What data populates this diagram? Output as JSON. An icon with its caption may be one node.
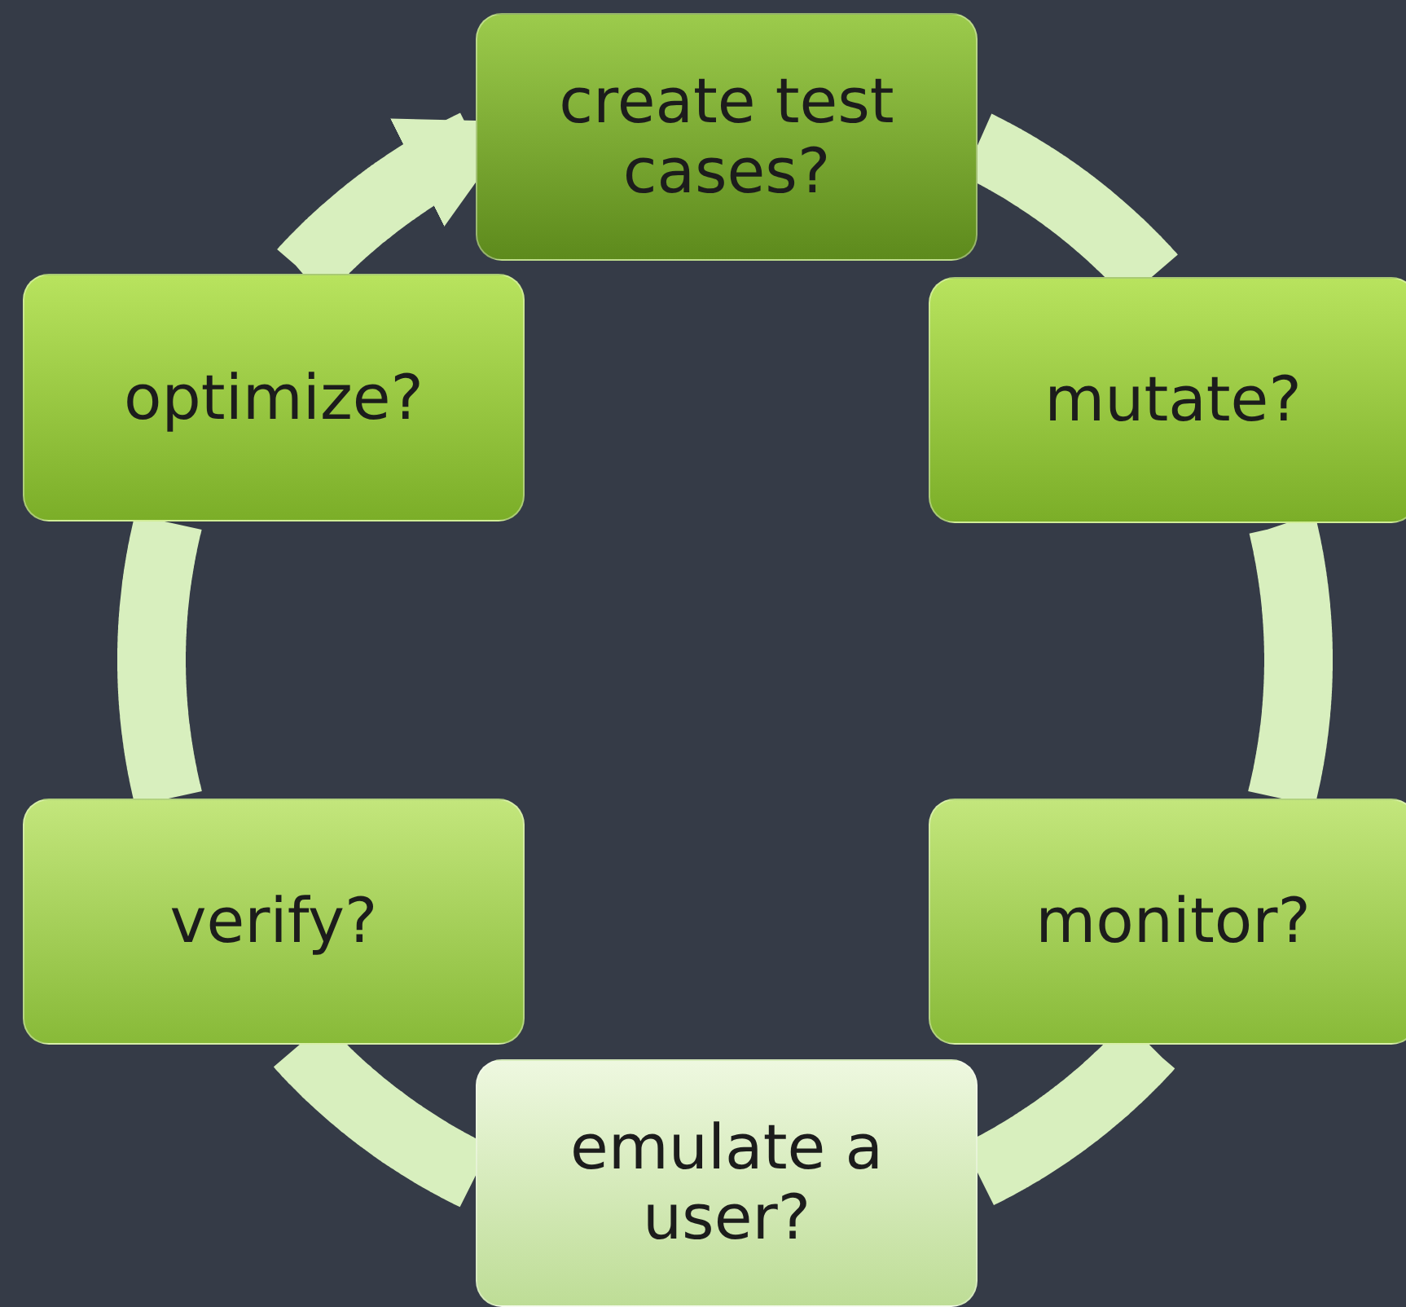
{
  "diagram": {
    "nodes": [
      {
        "text": [
          "create test cases?"
        ]
      },
      {
        "text": [
          "mutate?"
        ]
      },
      {
        "text": [
          "monitor?"
        ]
      },
      {
        "text": [
          "emulate a user?"
        ]
      },
      {
        "text": [
          "verify?"
        ]
      },
      {
        "text": [
          "optimize?"
        ]
      }
    ],
    "edges": [
      {
        "from": 0,
        "to": 1,
        "arrow": "none"
      },
      {
        "from": 1,
        "to": 2,
        "arrow": "none"
      },
      {
        "from": 2,
        "to": 3,
        "arrow": "none"
      },
      {
        "from": 3,
        "to": 4,
        "arrow": "none"
      },
      {
        "from": 4,
        "to": 5,
        "arrow": "none"
      },
      {
        "from": 5,
        "to": 0,
        "arrow": "to"
      }
    ]
  }
}
